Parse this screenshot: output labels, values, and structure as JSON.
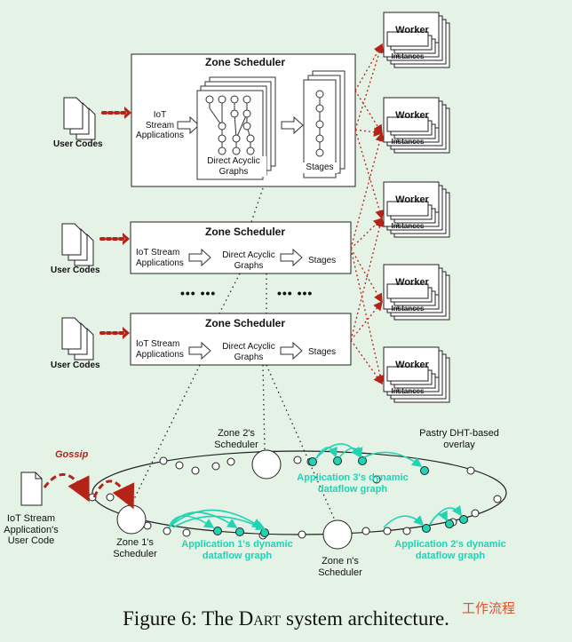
{
  "zone_scheduler_title": "Zone Scheduler",
  "user_codes": "User Codes",
  "iot_stream_applications_3line": [
    "IoT",
    "Stream",
    "Applications"
  ],
  "iot_stream_applications_2line": [
    "IoT Stream",
    "Applications"
  ],
  "dag_label": [
    "Direct Acyclic",
    "Graphs"
  ],
  "stages_label": "Stages",
  "worker_label": "Worker",
  "instances_label": "Instances",
  "ellipsis": "••• •••",
  "zone2": [
    "Zone 2's",
    "Scheduler"
  ],
  "zone1": [
    "Zone 1's",
    "Scheduler"
  ],
  "zonen": [
    "Zone n's",
    "Scheduler"
  ],
  "pastry": [
    "Pastry DHT-based",
    "overlay"
  ],
  "gossip": "Gossip",
  "iot_user_code": [
    "IoT Stream",
    "Application's",
    "User Code"
  ],
  "app1": [
    "Application 1's dynamic",
    "dataflow graph"
  ],
  "app2": [
    "Application 2's dynamic",
    "dataflow graph"
  ],
  "app3": [
    "Application 3's dynamic",
    "dataflow graph"
  ],
  "caption_prefix": "Figure 6: The ",
  "caption_name": "Dart",
  "caption_suffix": " system architecture.",
  "watermark": "工作流程",
  "colors": {
    "background": "#e5f2e6",
    "arrow_red": "#b42318",
    "teal": "#1fd3b3"
  }
}
